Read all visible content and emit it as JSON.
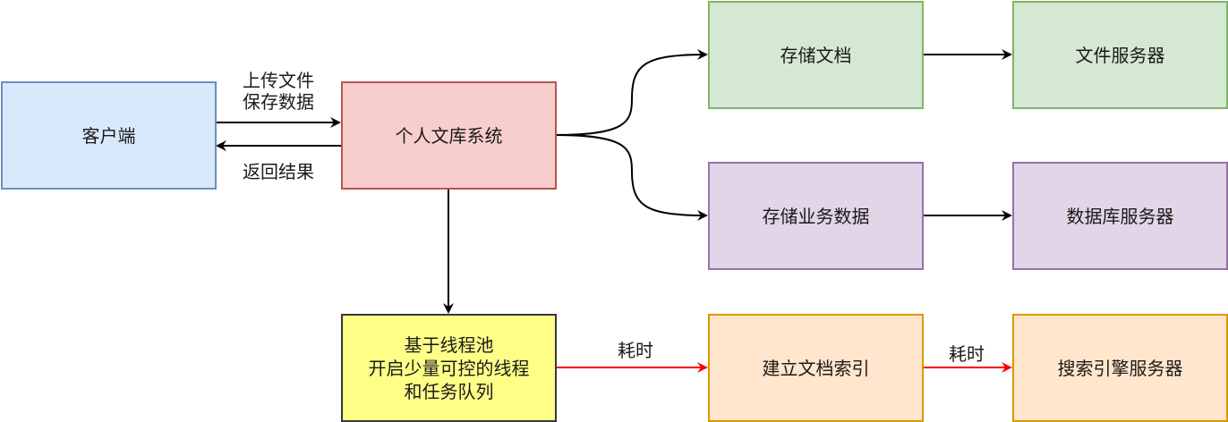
{
  "diagram": {
    "nodes": [
      {
        "id": "client",
        "label": "客户端",
        "fill": "#dae8fc",
        "stroke": "#6c8ebf"
      },
      {
        "id": "doc_system",
        "label": "个人文库系统",
        "fill": "#f8cecc",
        "stroke": "#b85450"
      },
      {
        "id": "store_docs",
        "label": "存储文档",
        "fill": "#d5e8d4",
        "stroke": "#82b366"
      },
      {
        "id": "file_server",
        "label": "文件服务器",
        "fill": "#d5e8d4",
        "stroke": "#82b366"
      },
      {
        "id": "store_business",
        "label": "存储业务数据",
        "fill": "#e1d5e7",
        "stroke": "#9673a6"
      },
      {
        "id": "db_server",
        "label": "数据库服务器",
        "fill": "#e1d5e7",
        "stroke": "#9673a6"
      },
      {
        "id": "thread_pool",
        "label": "基于线程池\n开启少量可控的线程\n和任务队列",
        "fill": "#ffff88",
        "stroke": "#36393d"
      },
      {
        "id": "build_index",
        "label": "建立文档索引",
        "fill": "#ffe6cc",
        "stroke": "#d79b00"
      },
      {
        "id": "search_server",
        "label": "搜索引擎服务器",
        "fill": "#ffe6cc",
        "stroke": "#d79b00"
      }
    ],
    "edges": [
      {
        "id": "upload",
        "from": "client",
        "to": "doc_system",
        "label": "上传文件\n保存数据",
        "color": "#000000"
      },
      {
        "id": "return",
        "from": "doc_system",
        "to": "client",
        "label": "返回结果",
        "color": "#000000"
      },
      {
        "id": "to_store_docs",
        "from": "doc_system",
        "to": "store_docs",
        "label": "",
        "color": "#000000",
        "curved": true
      },
      {
        "id": "to_store_business",
        "from": "doc_system",
        "to": "store_business",
        "label": "",
        "color": "#000000",
        "curved": true
      },
      {
        "id": "to_file_server",
        "from": "store_docs",
        "to": "file_server",
        "label": "",
        "color": "#000000"
      },
      {
        "id": "to_db_server",
        "from": "store_business",
        "to": "db_server",
        "label": "",
        "color": "#000000"
      },
      {
        "id": "to_thread_pool",
        "from": "doc_system",
        "to": "thread_pool",
        "label": "",
        "color": "#000000"
      },
      {
        "id": "to_build_index",
        "from": "thread_pool",
        "to": "build_index",
        "label": "耗时",
        "color": "#ff0000"
      },
      {
        "id": "to_search_server",
        "from": "build_index",
        "to": "search_server",
        "label": "耗时",
        "color": "#ff0000"
      }
    ]
  }
}
